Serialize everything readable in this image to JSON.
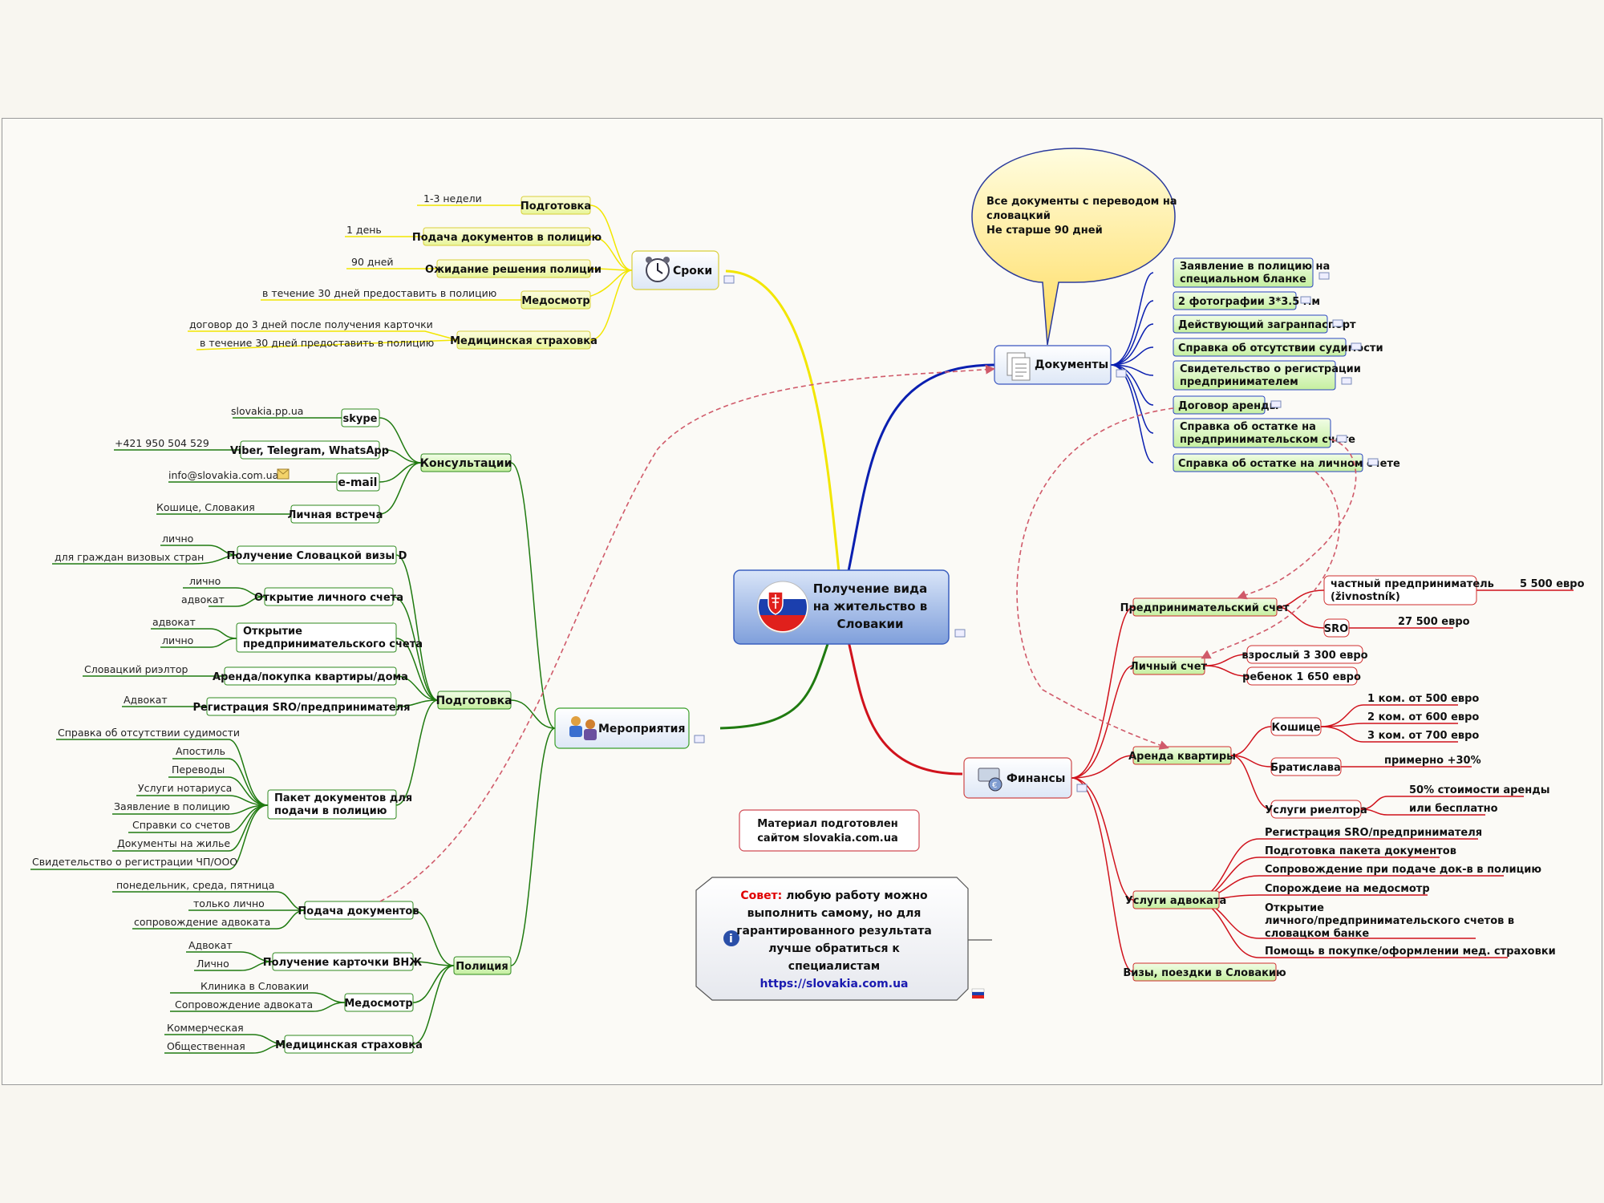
{
  "central": {
    "l1": "Получение вида",
    "l2": "на жительство в",
    "l3": "Словакии"
  },
  "callout": {
    "l1": "Все документы с переводом на",
    "l2": "словацкий",
    "l3": "Не старше 90 дней"
  },
  "material": {
    "l1": "Материал подготовлен",
    "l2": "сайтом slovakia.com.ua"
  },
  "tip": {
    "label": "Совет:",
    "l1rest": "любую работу можно",
    "l2": "выполнить самому, но для",
    "l3": "гарантированного результата",
    "l4": "лучше обратиться к",
    "l5": "специалистам",
    "url": "https://slovakia.com.ua"
  },
  "sroki": {
    "title": "Сроки",
    "items": [
      {
        "label": "Подготовка",
        "note": "1-3 недели"
      },
      {
        "label": "Подача документов в полицию",
        "note": "1 день"
      },
      {
        "label": "Ожидание решения полиции",
        "note": "90 дней"
      },
      {
        "label": "Медосмотр",
        "note": "в течение 30 дней предоставить в полицию"
      },
      {
        "label": "Медицинская страховка",
        "notes": [
          "договор до 3 дней после получения карточки",
          "в течение 30 дней предоставить в полицию"
        ]
      }
    ]
  },
  "dokumenty": {
    "title": "Документы",
    "items": [
      {
        "l1": "Заявление в полицию на",
        "l2": "специальном бланке"
      },
      {
        "l1": "2 фотографии 3*3.5 мм"
      },
      {
        "l1": "Действующий загранпаспорт"
      },
      {
        "l1": "Справка об отсутствии судимости"
      },
      {
        "l1": "Свидетельство о регистрации",
        "l2": "предпринимателем"
      },
      {
        "l1": "Договор аренды"
      },
      {
        "l1": "Справка об остатке на",
        "l2": "предпринимательском счете"
      },
      {
        "l1": "Справка об остатке на личном счете"
      }
    ]
  },
  "meropriyatiya": {
    "title": "Мероприятия",
    "konsultacii": {
      "title": "Консультации",
      "items": [
        {
          "label": "skype",
          "note": "slovakia.pp.ua"
        },
        {
          "label": "Viber, Telegram, WhatsApp",
          "note": "+421 950 504 529"
        },
        {
          "label": "e-mail",
          "note": "info@slovakia.com.ua"
        },
        {
          "label": "Личная встреча",
          "note": "Кошице, Словакия"
        }
      ]
    },
    "podgotovka": {
      "title": "Подготовка",
      "visa": {
        "label": "Получение Словацкой визы D",
        "notes": [
          "лично",
          "для граждан визовых стран"
        ]
      },
      "personal": {
        "label": "Открытие личного счета",
        "notes": [
          "лично",
          "адвокат"
        ]
      },
      "business": {
        "l1": "Открытие",
        "l2": "предпринимательского счета",
        "notes": [
          "адвокат",
          "лично"
        ]
      },
      "rent": {
        "label": "Аренда/покупка квартиры/дома",
        "note": "Словацкий риэлтор"
      },
      "sro": {
        "label": "Регистрация SRO/предпринимателя",
        "note": "Адвокат"
      },
      "package": {
        "l1": "Пакет документов для",
        "l2": "подачи в полицию",
        "notes": [
          "Справка об отсутствии судимости",
          "Апостиль",
          "Переводы",
          "Услуги нотариуса",
          "Заявление в полицию",
          "Справки со счетов",
          "Документы на жилье",
          "Свидетельство о регистрации ЧП/ООО"
        ]
      }
    },
    "policiya": {
      "title": "Полиция",
      "submit": {
        "label": "Подача документов",
        "notes": [
          "понедельник, среда, пятница",
          "только лично",
          "сопровождение адвоката"
        ]
      },
      "card": {
        "label": "Получение карточки ВНЖ",
        "notes": [
          "Адвокат",
          "Лично"
        ]
      },
      "med": {
        "label": "Медосмотр",
        "notes": [
          "Клиника в Словакии",
          "Сопровождение адвоката"
        ]
      },
      "ins": {
        "label": "Медицинская страховка",
        "notes": [
          "Коммерческая",
          "Общественная"
        ]
      }
    }
  },
  "finansy": {
    "title": "Финансы",
    "business": {
      "label": "Предпринимательский счет",
      "opt1": {
        "l1": "частный предприниматель",
        "l2": "(živnostník)",
        "price": "5 500 евро"
      },
      "opt2": {
        "label": "SRO",
        "price": "27 500 евро"
      }
    },
    "personal": {
      "label": "Личный счет",
      "items": [
        "взрослый 3 300 евро",
        "ребенок 1 650 евро"
      ]
    },
    "rent": {
      "label": "Аренда квартиры",
      "kosice": {
        "label": "Кошице",
        "items": [
          "1 ком. от 500 евро",
          "2 ком. от 600 евро",
          "3 ком. от 700 евро"
        ]
      },
      "bratislava": {
        "label": "Братислава",
        "note": "примерно +30%"
      },
      "realtor": {
        "label": "Услуги риелтора",
        "items": [
          "50% стоимости аренды",
          "или бесплатно"
        ]
      }
    },
    "lawyer": {
      "label": "Услуги адвоката",
      "items": [
        "Регистрация SRO/предпринимателя",
        "Подготовка пакета документов",
        "Сопровождение при подаче док-в в полицию",
        "Спорождеие на медосмотр"
      ],
      "multi": {
        "l1": "Открытие",
        "l2": "личного/предпринимательского счетов в",
        "l3": "словацком банке"
      },
      "last": "Помощь в покупке/оформлении мед. страховки"
    },
    "visas": {
      "label": "Визы, поездки в Словакию"
    }
  },
  "colors": {
    "sroki": "#f2e600",
    "dokumenty": "#0a1fb0",
    "meropriyatiya": "#1f7a10",
    "finansy": "#d0121c",
    "relation": "#d05a6a",
    "green_node_fill": "#dcf7c6",
    "red_node_fill": "#ffffff"
  }
}
